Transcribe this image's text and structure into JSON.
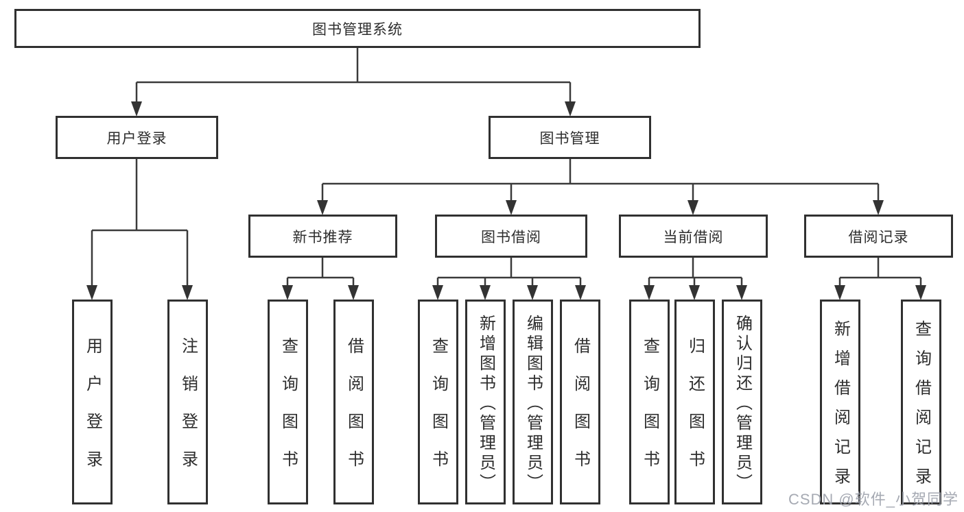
{
  "colors": {
    "line": "#3a3a3a",
    "box_border": "#303030",
    "box_fill": "#ffffff",
    "text": "#2d2d2d",
    "watermark": "#9ea3ad",
    "background": "#ffffff"
  },
  "watermark": {
    "text": "CSDN @软件_小贺同学"
  },
  "tree": {
    "label": "图书管理系统",
    "children": [
      {
        "label": "用户登录",
        "children": [
          {
            "label": "用户登录"
          },
          {
            "label": "注销登录"
          }
        ]
      },
      {
        "label": "图书管理",
        "children": [
          {
            "label": "新书推荐",
            "children": [
              {
                "label": "查询图书"
              },
              {
                "label": "借阅图书"
              }
            ]
          },
          {
            "label": "图书借阅",
            "children": [
              {
                "label": "查询图书"
              },
              {
                "label": "新增图书（管理员）"
              },
              {
                "label": "编辑图书（管理员）"
              },
              {
                "label": "借阅图书"
              }
            ]
          },
          {
            "label": "当前借阅",
            "children": [
              {
                "label": "查询图书"
              },
              {
                "label": "归还图书"
              },
              {
                "label": "确认归还（管理员）"
              }
            ]
          },
          {
            "label": "借阅记录",
            "children": [
              {
                "label": "新增借阅记录"
              },
              {
                "label": "查询借阅记录"
              }
            ]
          }
        ]
      }
    ]
  }
}
